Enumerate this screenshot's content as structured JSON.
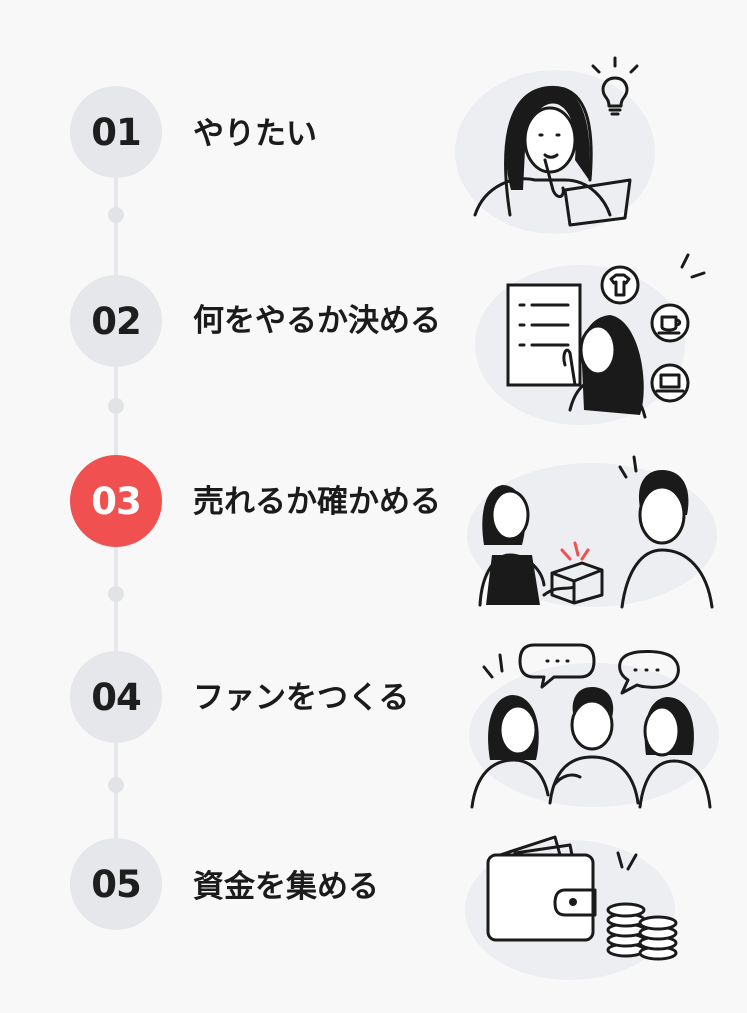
{
  "steps": [
    {
      "number": "01",
      "title": "やりたい",
      "active": false,
      "illustration": "woman-thinking-notebook-lightbulb-icon"
    },
    {
      "number": "02",
      "title": "何をやるか決める",
      "active": false,
      "illustration": "woman-choosing-list-icon"
    },
    {
      "number": "03",
      "title": "売れるか確かめる",
      "active": true,
      "illustration": "seller-showing-product-icon"
    },
    {
      "number": "04",
      "title": "ファンをつくる",
      "active": false,
      "illustration": "people-talking-icon"
    },
    {
      "number": "05",
      "title": "資金を集める",
      "active": false,
      "illustration": "wallet-coins-icon"
    }
  ],
  "colors": {
    "accent": "#f05050",
    "badge": "#e6e7ea",
    "text": "#1b1b1b",
    "line": "#e6e7ea"
  }
}
